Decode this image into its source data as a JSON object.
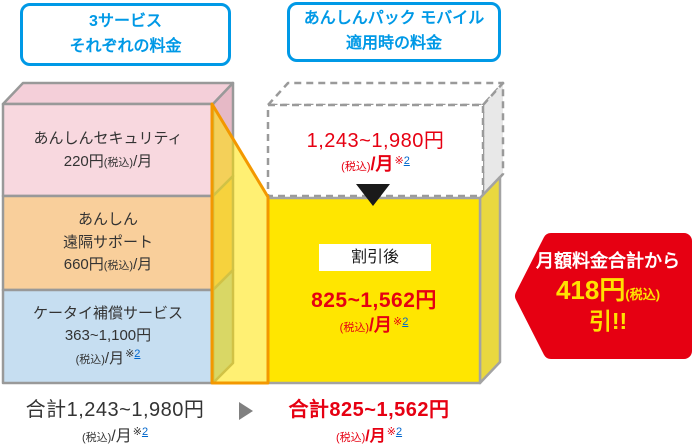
{
  "headers": {
    "left": {
      "line1": "3サービス",
      "line2": "それぞれの料金"
    },
    "right": {
      "line1": "あんしんパック モバイル",
      "line2": "適用時の料金"
    }
  },
  "services": [
    {
      "name1": "あんしんセキュリティ",
      "price": "220円"
    },
    {
      "name1": "あんしん",
      "name2": "遠隔サポート",
      "price": "660円"
    },
    {
      "name1": "ケータイ補償サービス",
      "price": "363~1,100円"
    }
  ],
  "before_box": {
    "price": "1,243~1,980円"
  },
  "discount_box": {
    "badge": "割引後",
    "price": "825~1,562円"
  },
  "ribbon": {
    "line1": "月額料金合計から",
    "amount": "418円",
    "tax": "(税込)",
    "line3": "引!!"
  },
  "totals": {
    "before": "合計1,243~1,980円",
    "after": "合計825~1,562円"
  },
  "common": {
    "tax": "(税込)",
    "per_month": "/月",
    "note_mark": "※",
    "note_ref": "2"
  },
  "colors": {
    "accent_blue": "#0099e6",
    "accent_red": "#e60012",
    "box_yellow": "#ffe600",
    "ribbon_text_yellow": "#ffe100",
    "funnel_orange": "#f39800",
    "service_pink": "#f8d8df",
    "service_orange": "#f9cf9b",
    "service_blue": "#c6def1"
  }
}
